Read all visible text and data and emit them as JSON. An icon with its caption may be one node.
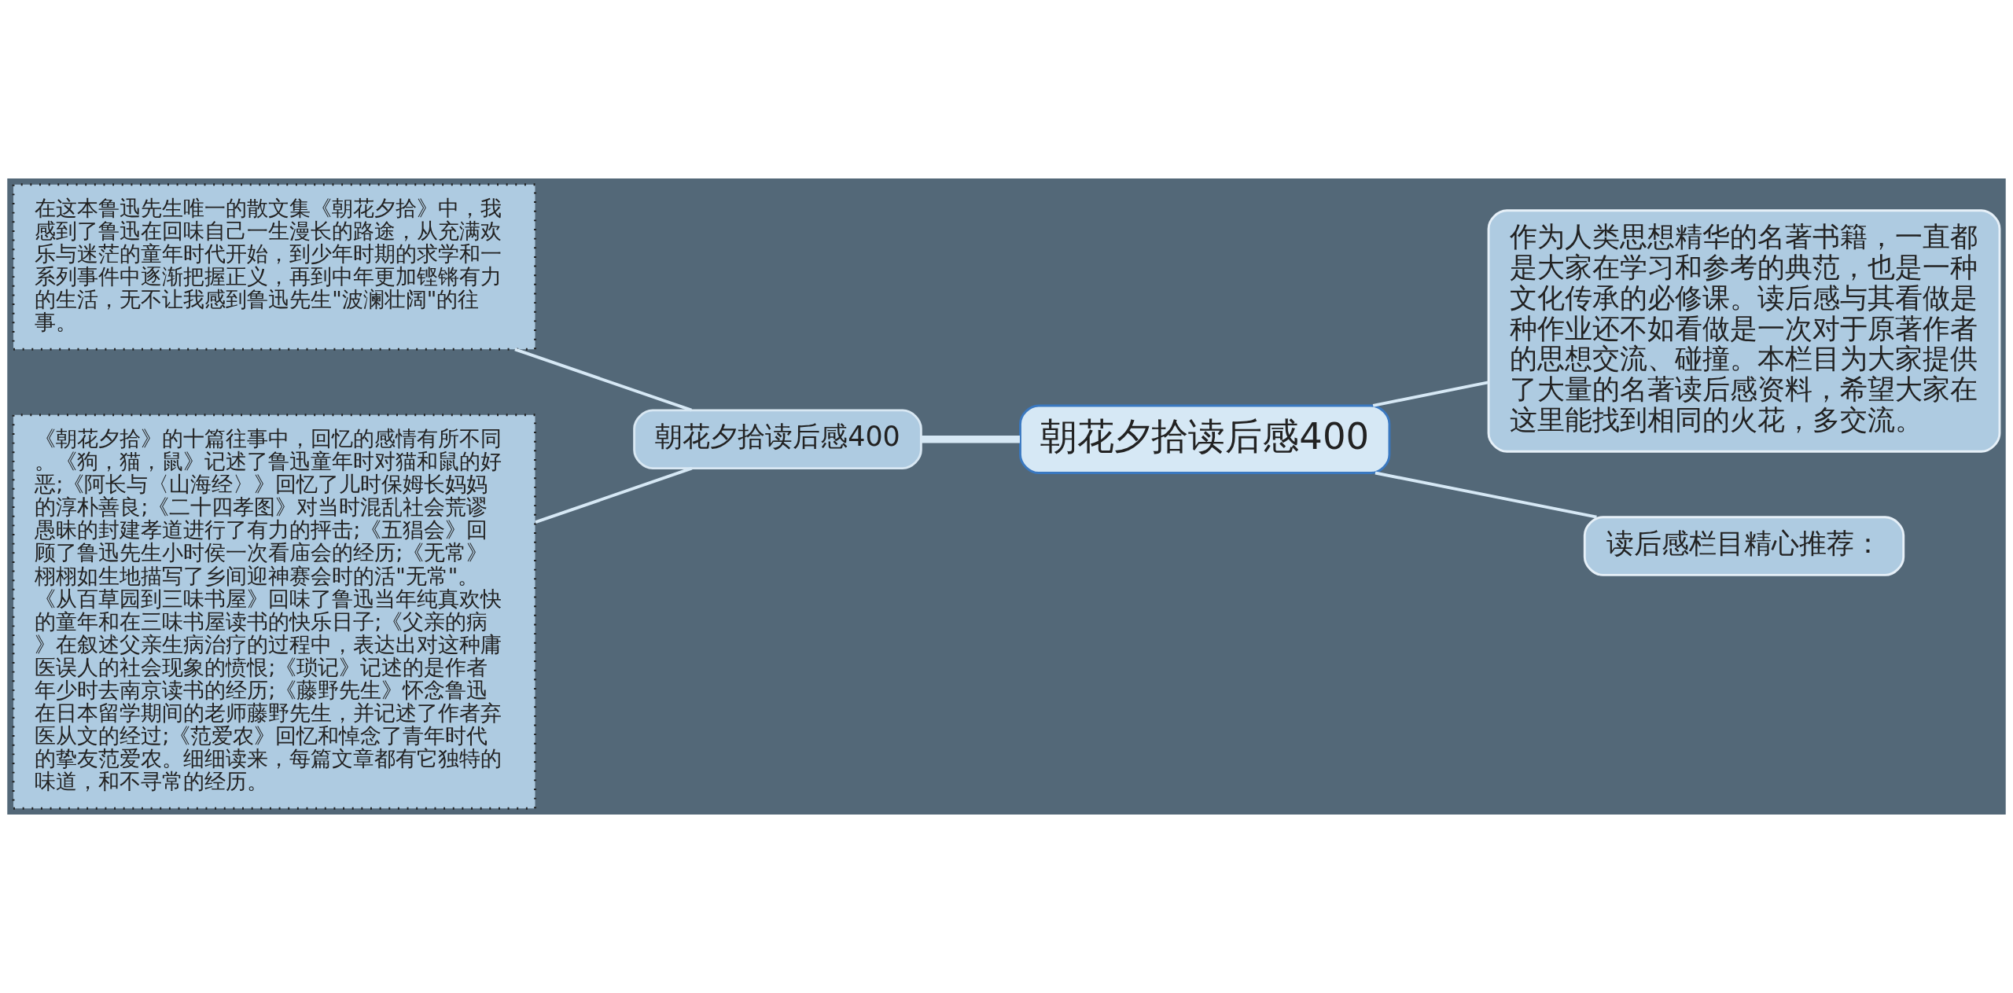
{
  "diagram": {
    "nodes": [
      {
        "text": [
          "在这本鲁迅先生唯一的散文集《朝花夕拾》中，我感到了鲁迅在回味自己一生漫长的路途，从充满欢乐与迷茫的童年时代开始，到少年时期的求学和一系列事件中逐渐把握正义，再到中年更加铿锵有力的生活，无不让我感到鲁迅先生\"波澜壮阔\"的往事。"
        ]
      },
      {
        "text": [
          "《朝花夕拾》的十篇往事中，回忆的感情有所不同。《狗，猫，鼠》记述了鲁迅童年时对猫和鼠的好恶;《阿长与〈山海经〉》回忆了儿时保姆长妈妈的淳朴善良;《二十四孝图》对当时混乱社会荒谬愚昧的封建孝道进行了有力的抨击;《五猖会》回顾了鲁迅先生小时侯一次看庙会的经历;《无常》栩栩如生地描写了乡间迎神赛会时的活\"无常\"。《从百草园到三味书屋》回味了鲁迅当年纯真欢快的童年和在三味书屋读书的快乐日子;《父亲的病》在叙述父亲生病治疗的过程中，表达出对这种庸医误人的社会现象的愤恨;《琐记》记述的是作者年少时去南京读书的经历;《藤野先生》怀念鲁迅在日本留学期间的老师藤野先生，并记述了作者弃医从文的经过;《范爱农》回忆和悼念了青年时代的挚友范爱农。细细读来，每篇文章都有它独特的味道，和不寻常的经历。"
        ]
      },
      {
        "text": [
          "朝花夕拾读后感400"
        ]
      },
      {
        "text": [
          "朝花夕拾读后感400"
        ]
      },
      {
        "text": [
          "作为人类思想精华的名著书籍，一直都是大家在学习和参考的典范，也是一种文化传承的必修课。读后感与其看做是种作业还不如看做是一次对于原著作者的思想交流、碰撞。本栏目为大家提供了大量的名著读后感资料，希望大家在这里能找到相同的火花，多交流。"
        ]
      },
      {
        "text": [
          "读后感栏目精心推荐："
        ]
      }
    ],
    "edges": [
      {
        "from": 0,
        "to": 2,
        "arrow": "none"
      },
      {
        "from": 1,
        "to": 2,
        "arrow": "none"
      },
      {
        "from": 2,
        "to": 3,
        "arrow": "none",
        "style": "thick"
      },
      {
        "from": 3,
        "to": 4,
        "arrow": "none"
      },
      {
        "from": 3,
        "to": 5,
        "arrow": "none"
      }
    ]
  }
}
